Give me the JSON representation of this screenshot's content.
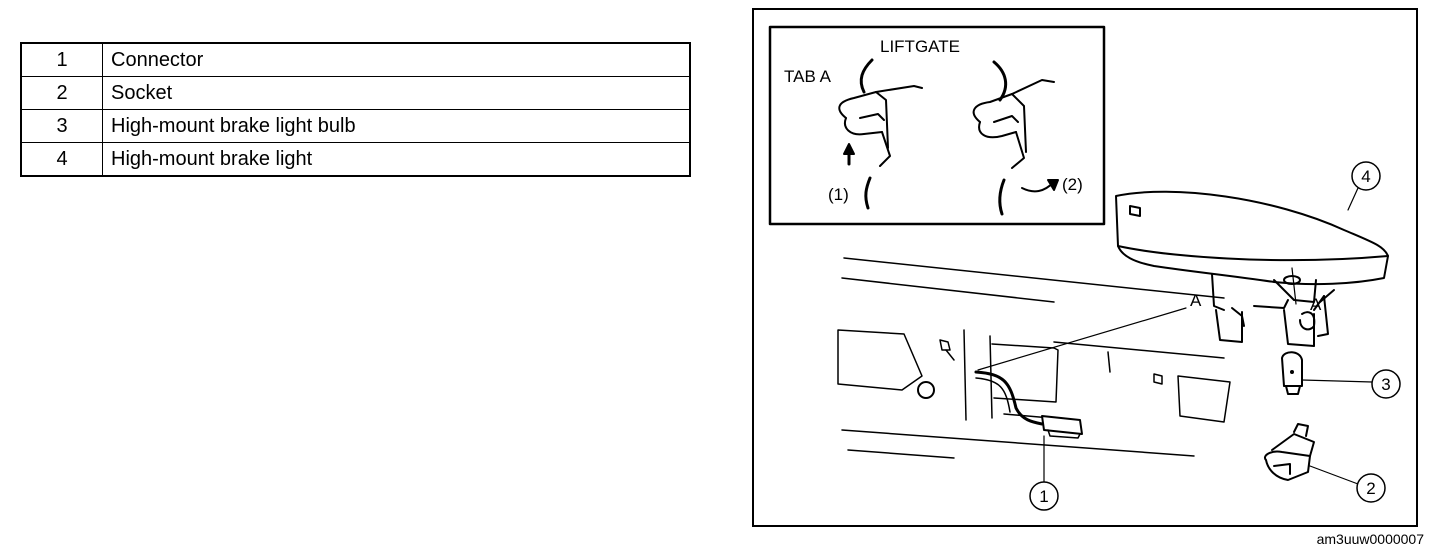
{
  "legend": [
    {
      "num": "1",
      "label": "Connector"
    },
    {
      "num": "2",
      "label": "Socket"
    },
    {
      "num": "3",
      "label": "High-mount brake light bulb"
    },
    {
      "num": "4",
      "label": "High-mount brake light"
    }
  ],
  "inset": {
    "liftgate_label": "LIFTGATE",
    "tab_label": "TAB A",
    "step1_label": "(1)",
    "step2_label": "(2)"
  },
  "diagram_labels": {
    "tab_a_left": "A",
    "tab_a_right": "A",
    "callout_1": "1",
    "callout_2": "2",
    "callout_3": "3",
    "callout_4": "4"
  },
  "figure_code": "am3uuw0000007"
}
